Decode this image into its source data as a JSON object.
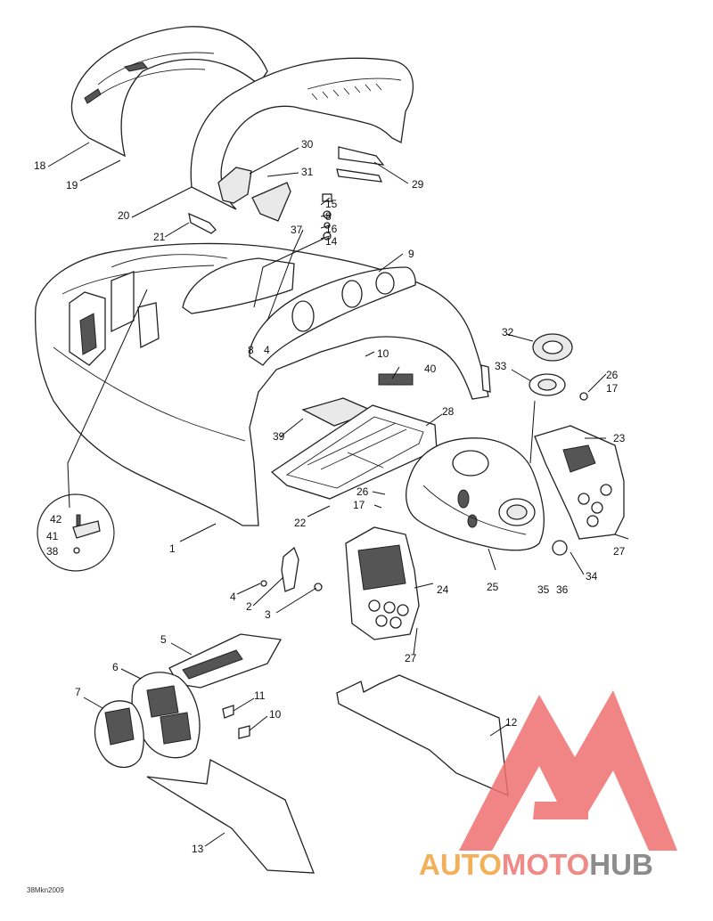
{
  "diagram_code": "38Mkn2009",
  "callouts": [
    "1",
    "2",
    "3",
    "4",
    "5",
    "6",
    "7",
    "8",
    "9",
    "10",
    "11",
    "12",
    "13",
    "14",
    "15",
    "16",
    "17",
    "18",
    "19",
    "20",
    "21",
    "22",
    "23",
    "24",
    "25",
    "26",
    "27",
    "28",
    "29",
    "30",
    "31",
    "32",
    "33",
    "34",
    "35",
    "36",
    "37",
    "38",
    "39",
    "40",
    "41",
    "42"
  ],
  "watermark": {
    "part_a": "AUTO",
    "part_b": "MOTO",
    "part_c": "HUB",
    "colors": {
      "auto": "#f2b05a",
      "moto": "#f08a86",
      "hub": "#8c8c8c",
      "logo": "#ef6f6f"
    }
  }
}
